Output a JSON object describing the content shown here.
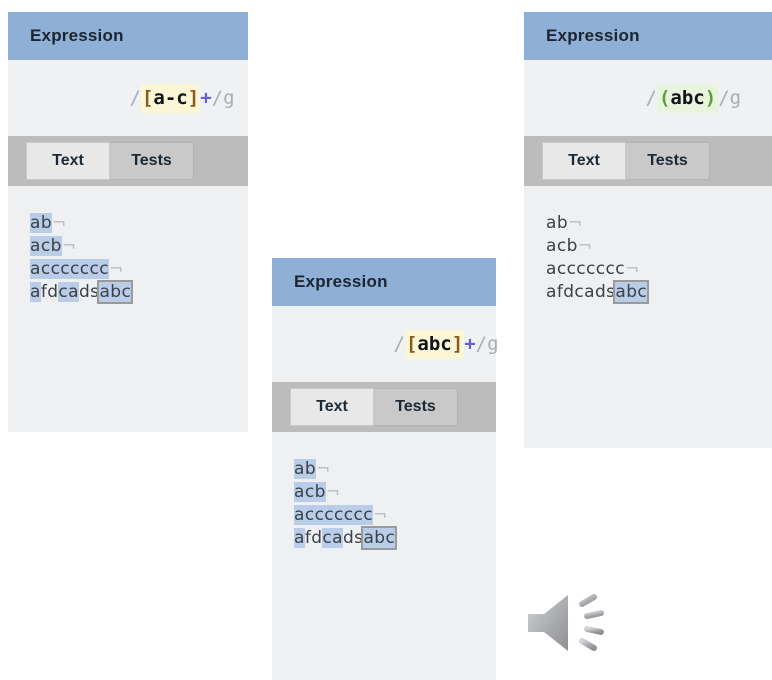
{
  "panels": [
    {
      "id": "panel-char-range",
      "header": {
        "title": "Expression"
      },
      "expression": {
        "open_slash": "/",
        "open_bracket": "[",
        "body": "a-c",
        "close_bracket": "]",
        "quantifier": "+",
        "close_slash": "/",
        "flags": "g",
        "full": "/[a-c]+/g",
        "highlight_kind": "character-class",
        "highlight_color": "#fbf6d5"
      },
      "tabs": [
        {
          "label": "Text",
          "active": true
        },
        {
          "label": "Tests",
          "active": false
        }
      ],
      "text_lines": [
        {
          "segments": [
            {
              "t": "ab",
              "h": "match"
            },
            {
              "t": "¬",
              "h": "newline"
            }
          ]
        },
        {
          "segments": [
            {
              "t": "acb",
              "h": "match"
            },
            {
              "t": "¬",
              "h": "newline"
            }
          ]
        },
        {
          "segments": [
            {
              "t": "accccccc",
              "h": "match"
            },
            {
              "t": "¬",
              "h": "newline"
            }
          ]
        },
        {
          "segments": [
            {
              "t": "a",
              "h": "match"
            },
            {
              "t": "fd",
              "h": "none"
            },
            {
              "t": "ca",
              "h": "match"
            },
            {
              "t": "ds",
              "h": "none"
            },
            {
              "t": "abc",
              "h": "match-boxed"
            }
          ]
        }
      ]
    },
    {
      "id": "panel-char-set",
      "header": {
        "title": "Expression"
      },
      "expression": {
        "open_slash": "/",
        "open_bracket": "[",
        "body": "abc",
        "close_bracket": "]",
        "quantifier": "+",
        "close_slash": "/",
        "flags": "g",
        "full": "/[abc]+/g",
        "highlight_kind": "character-class",
        "highlight_color": "#fbf6d5"
      },
      "tabs": [
        {
          "label": "Text",
          "active": true
        },
        {
          "label": "Tests",
          "active": false
        }
      ],
      "text_lines": [
        {
          "segments": [
            {
              "t": "ab",
              "h": "match"
            },
            {
              "t": "¬",
              "h": "newline"
            }
          ]
        },
        {
          "segments": [
            {
              "t": "acb",
              "h": "match"
            },
            {
              "t": "¬",
              "h": "newline"
            }
          ]
        },
        {
          "segments": [
            {
              "t": "accccccc",
              "h": "match"
            },
            {
              "t": "¬",
              "h": "newline"
            }
          ]
        },
        {
          "segments": [
            {
              "t": "a",
              "h": "match"
            },
            {
              "t": "fd",
              "h": "none"
            },
            {
              "t": "ca",
              "h": "match"
            },
            {
              "t": "ds",
              "h": "none"
            },
            {
              "t": "abc",
              "h": "match-boxed"
            }
          ]
        }
      ]
    },
    {
      "id": "panel-group",
      "header": {
        "title": "Expression"
      },
      "expression": {
        "open_slash": "/",
        "open_bracket": "(",
        "body": "abc",
        "close_bracket": ")",
        "quantifier": "",
        "close_slash": "/",
        "flags": "g",
        "full": "/(abc)/g",
        "highlight_kind": "capture-group",
        "highlight_color": "#e9f4de"
      },
      "tabs": [
        {
          "label": "Text",
          "active": true
        },
        {
          "label": "Tests",
          "active": false
        }
      ],
      "text_lines": [
        {
          "segments": [
            {
              "t": "ab",
              "h": "none"
            },
            {
              "t": "¬",
              "h": "newline"
            }
          ]
        },
        {
          "segments": [
            {
              "t": "acb",
              "h": "none"
            },
            {
              "t": "¬",
              "h": "newline"
            }
          ]
        },
        {
          "segments": [
            {
              "t": "accccccc",
              "h": "none"
            },
            {
              "t": "¬",
              "h": "newline"
            }
          ]
        },
        {
          "segments": [
            {
              "t": "afdcads",
              "h": "none"
            },
            {
              "t": "abc",
              "h": "match-boxed"
            }
          ]
        }
      ]
    }
  ],
  "speaker_icon": {
    "name": "speaker-icon",
    "color": "#a7a9ac"
  },
  "colors": {
    "header_blue": "#8fb0d6",
    "tab_bar_gray": "#bcbcbc",
    "panel_bg": "#eef0f2",
    "match_highlight": "#b9cce8",
    "class_highlight": "#fbf6d5",
    "group_highlight": "#e9f4de",
    "quantifier_purple": "#6a5bd8",
    "bracket_brown": "#8a5a23",
    "paren_green": "#5f9e3f"
  }
}
